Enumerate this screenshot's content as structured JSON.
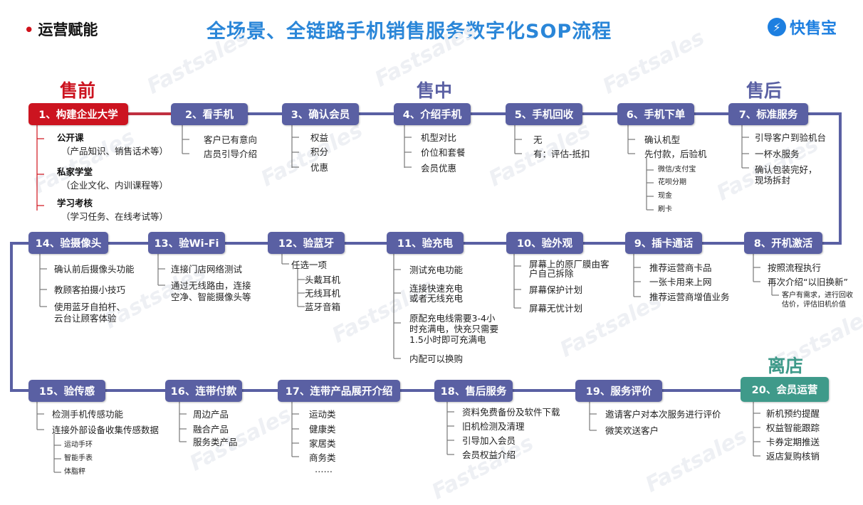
{
  "header": {
    "section_label": "运营赋能",
    "title": "全场景、全链路手机销售服务数字化SOP流程",
    "logo_text": "快售宝",
    "logo_glyph": "⚡"
  },
  "watermark": "Fastsales",
  "phases": {
    "pre": "售前",
    "mid": "售中",
    "post": "售后",
    "leave": "离店"
  },
  "colors": {
    "step": "#5a60a3",
    "first": "#cc1420",
    "last": "#3f9a8a",
    "title": "#2a86d8",
    "bullet_red": "#d0121b"
  },
  "steps": [
    {
      "label": "1、构建企业大学",
      "items": [
        "公开课",
        "（产品知识、销售话术等）",
        "私家学堂",
        "（企业文化、内训课程等）",
        "学习考核",
        "（学习任务、在线考试等）"
      ]
    },
    {
      "label": "2、看手机",
      "items": [
        "客户已有意向",
        "店员引导介绍"
      ]
    },
    {
      "label": "3、确认会员",
      "items": [
        "权益",
        "积分",
        "优惠"
      ]
    },
    {
      "label": "4、介绍手机",
      "items": [
        "机型对比",
        "价位和套餐",
        "会员优惠"
      ]
    },
    {
      "label": "5、手机回收",
      "items": [
        "无",
        "有：评估-抵扣"
      ]
    },
    {
      "label": "6、手机下单",
      "items": [
        "确认机型",
        "先付款，后验机",
        "微信/支付宝",
        "花呗分期",
        "现金",
        "刷卡"
      ]
    },
    {
      "label": "7、标准服务",
      "items": [
        "引导客户到验机台",
        "一杯水服务",
        "确认包装完好，",
        "现场拆封"
      ]
    },
    {
      "label": "8、开机激活",
      "items": [
        "按照流程执行",
        "再次介绍“以旧换新”",
        "客户有需求，进行回收",
        "估价，评估旧机价值"
      ]
    },
    {
      "label": "9、插卡通话",
      "items": [
        "推荐运营商卡品",
        "一张卡用来上网",
        "推荐运营商增值业务"
      ]
    },
    {
      "label": "10、验外观",
      "items": [
        "屏幕上的原厂膜由客",
        "户自己拆除",
        "屏幕保护计划",
        "屏幕无忧计划"
      ]
    },
    {
      "label": "11、验充电",
      "items": [
        "测试充电功能",
        "连接快速充电",
        "或者无线充电",
        "原配充电线需要3-4小",
        "时充满电，快充只需要",
        "1.5小时即可充满电",
        "内配可以换购"
      ]
    },
    {
      "label": "12、验蓝牙",
      "items": [
        "任选一项",
        "头戴耳机",
        "无线耳机",
        "蓝牙音箱"
      ]
    },
    {
      "label": "13、验Wi-Fi",
      "items": [
        "连接门店网络测试",
        "通过无线路由，连接",
        "空净、智能摄像头等"
      ]
    },
    {
      "label": "14、验摄像头",
      "items": [
        "确认前后摄像头功能",
        "教顾客拍摄小技巧",
        "使用蓝牙自拍杆、",
        "云台让顾客体验"
      ]
    },
    {
      "label": "15、验传感",
      "items": [
        "检测手机传感功能",
        "连接外部设备收集传感数据",
        "运动手环",
        "智能手表",
        "体脂秤"
      ]
    },
    {
      "label": "16、连带付款",
      "items": [
        "周边产品",
        "融合产品",
        "服务类产品"
      ]
    },
    {
      "label": "17、连带产品展开介绍",
      "items": [
        "运动类",
        "健康类",
        "家居类",
        "商务类",
        "……"
      ]
    },
    {
      "label": "18、售后服务",
      "items": [
        "资料免费备份及软件下载",
        "旧机检测及清理",
        "引导加入会员",
        "会员权益介绍"
      ]
    },
    {
      "label": "19、服务评价",
      "items": [
        "邀请客户对本次服务进行评价",
        "微笑欢送客户"
      ]
    },
    {
      "label": "20、会员运营",
      "items": [
        "新机预约提醒",
        "权益智能跟踪",
        "卡券定期推送",
        "返店复购核销"
      ]
    }
  ]
}
